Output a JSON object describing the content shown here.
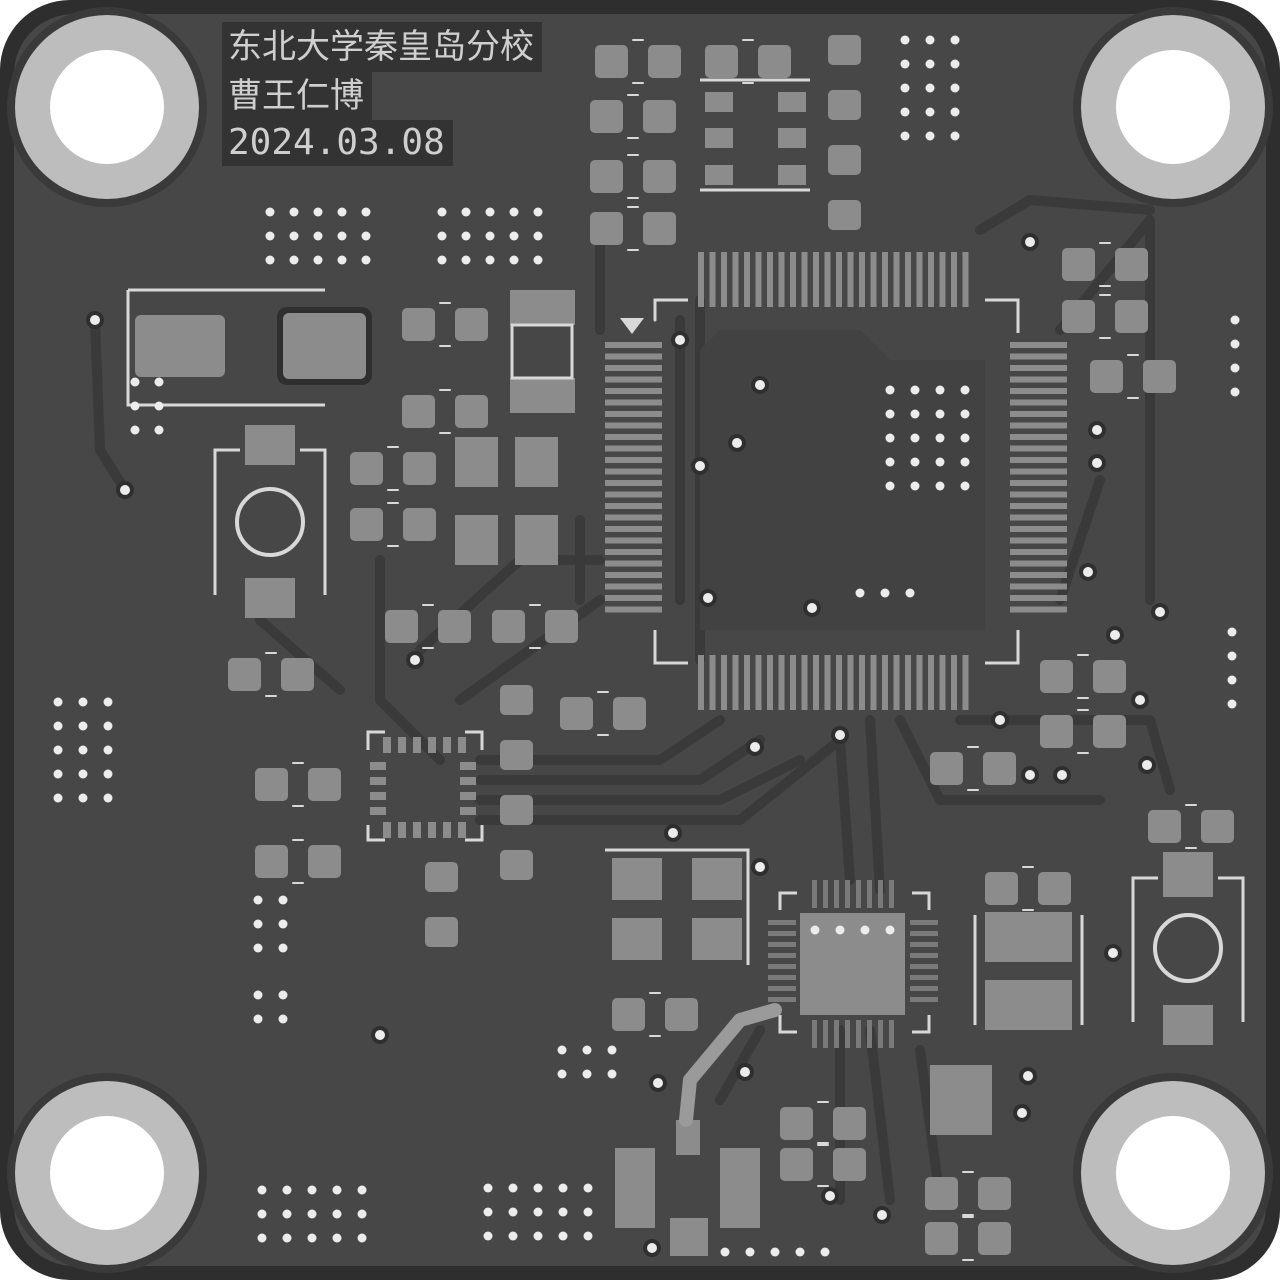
{
  "board": {
    "silkscreen": {
      "school": "东北大学秦皇岛分校",
      "author": "曹王仁博",
      "date": "2024.03.08"
    }
  },
  "colors": {
    "board": "#474747",
    "board_edge": "#2e2e2e",
    "trace": "#3a3a3a",
    "pad": "#8c8c8c",
    "silk": "#d8d8d8",
    "hole_ring": "#bdbdbd",
    "hole": "#ffffff"
  }
}
